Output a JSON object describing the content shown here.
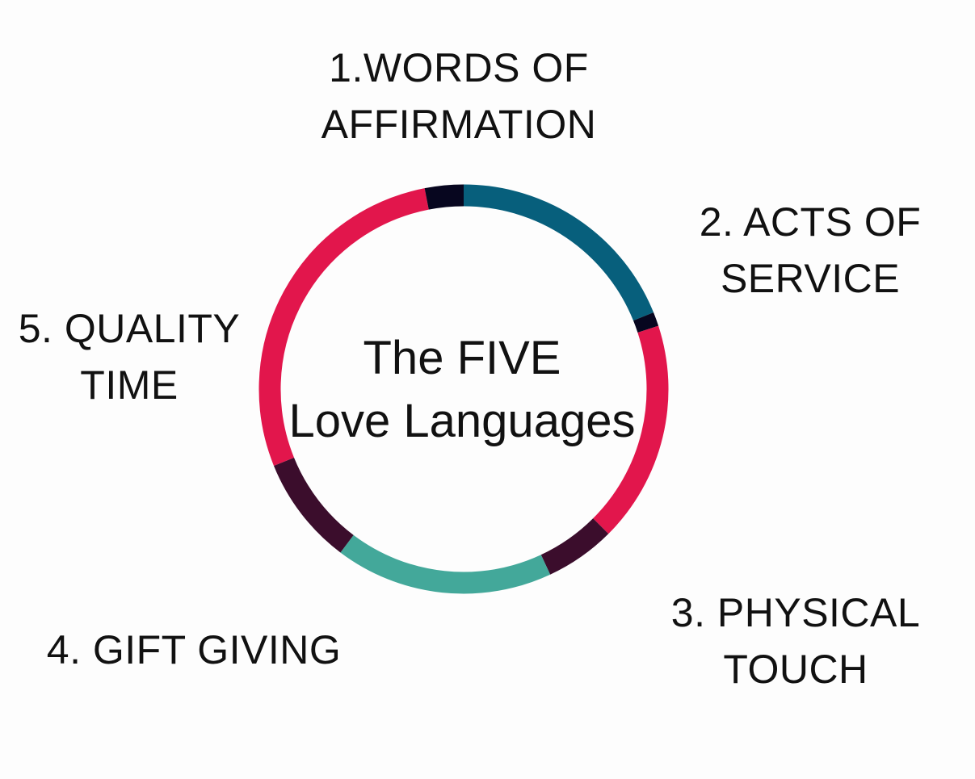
{
  "center": {
    "line1": "The FIVE",
    "line2": "Love Languages"
  },
  "labels": [
    {
      "id": "words",
      "line1": "1.WORDS OF",
      "line2": "AFFIRMATION"
    },
    {
      "id": "acts",
      "line1": "2. ACTS OF",
      "line2": "SERVICE"
    },
    {
      "id": "touch",
      "line1": "3. PHYSICAL",
      "line2": "TOUCH"
    },
    {
      "id": "gift",
      "line1": "4. GIFT GIVING",
      "line2": ""
    },
    {
      "id": "time",
      "line1": "5. QUALITY",
      "line2": "TIME"
    }
  ],
  "ring_segments": [
    {
      "start_deg": 0,
      "end_deg": 68,
      "color": "#075f7c"
    },
    {
      "start_deg": 68,
      "end_deg": 72,
      "color": "#07061f"
    },
    {
      "start_deg": 72,
      "end_deg": 135,
      "color": "#e2164c"
    },
    {
      "start_deg": 135,
      "end_deg": 155,
      "color": "#3b0d2c"
    },
    {
      "start_deg": 155,
      "end_deg": 217,
      "color": "#43a89a"
    },
    {
      "start_deg": 217,
      "end_deg": 248,
      "color": "#3b0d2c"
    },
    {
      "start_deg": 248,
      "end_deg": 349,
      "color": "#e2164c"
    },
    {
      "start_deg": 349,
      "end_deg": 360,
      "color": "#07061f"
    }
  ]
}
